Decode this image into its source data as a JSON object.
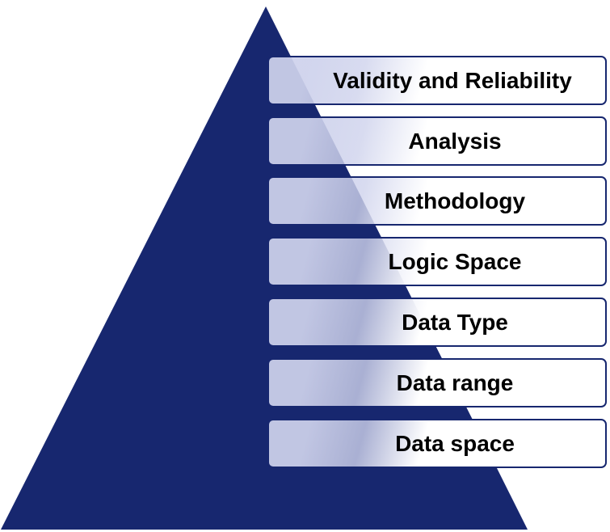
{
  "diagram": {
    "type": "pyramid",
    "colors": {
      "pyramid_fill": "#17276f",
      "layer_border": "#17276f",
      "layer_tint": "#ced2ec",
      "text": "#000000"
    },
    "layers": [
      {
        "label": "Validity and Reliability"
      },
      {
        "label": "Analysis"
      },
      {
        "label": "Methodology"
      },
      {
        "label": "Logic Space"
      },
      {
        "label": "Data Type"
      },
      {
        "label": "Data range"
      },
      {
        "label": "Data space"
      }
    ]
  }
}
